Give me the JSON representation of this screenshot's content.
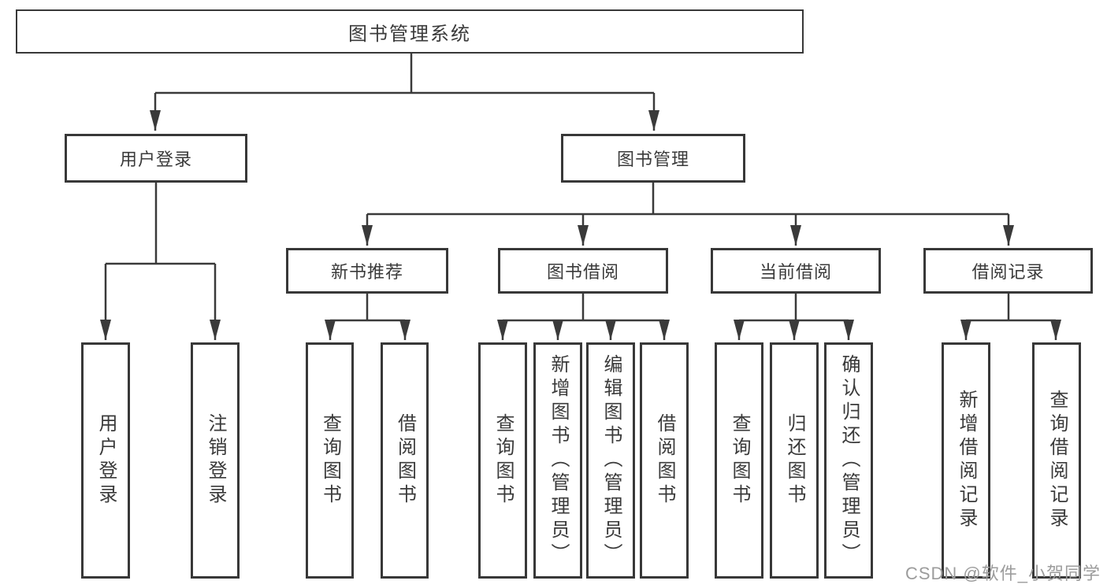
{
  "diagram": {
    "root": {
      "label": "图书管理系统"
    },
    "level2": [
      {
        "label": "用户登录"
      },
      {
        "label": "图书管理"
      }
    ],
    "level3": [
      {
        "label": "新书推荐",
        "parent": "图书管理"
      },
      {
        "label": "图书借阅",
        "parent": "图书管理"
      },
      {
        "label": "当前借阅",
        "parent": "图书管理"
      },
      {
        "label": "借阅记录",
        "parent": "图书管理"
      }
    ],
    "leaves": [
      {
        "label": "用户登录",
        "parent": "用户登录"
      },
      {
        "label": "注销登录",
        "parent": "用户登录"
      },
      {
        "label": "查询图书",
        "parent": "新书推荐"
      },
      {
        "label": "借阅图书",
        "parent": "新书推荐"
      },
      {
        "label": "查询图书",
        "parent": "图书借阅"
      },
      {
        "label": "新增图书（管理员）",
        "parent": "图书借阅"
      },
      {
        "label": "编辑图书（管理员）",
        "parent": "图书借阅"
      },
      {
        "label": "借阅图书",
        "parent": "图书借阅"
      },
      {
        "label": "查询图书",
        "parent": "当前借阅"
      },
      {
        "label": "归还图书",
        "parent": "当前借阅"
      },
      {
        "label": "确认归还（管理员）",
        "parent": "当前借阅"
      },
      {
        "label": "新增借阅记录",
        "parent": "借阅记录"
      },
      {
        "label": "查询借阅记录",
        "parent": "借阅记录"
      }
    ],
    "watermark": "CSDN @软件_小贺同学",
    "colors": {
      "line": "#3a3a3a",
      "box_border": "#383838",
      "box_fill": "#ffffff",
      "text": "#3a3a3a",
      "watermark": "#9c9c9c",
      "background": "#ffffff"
    }
  }
}
